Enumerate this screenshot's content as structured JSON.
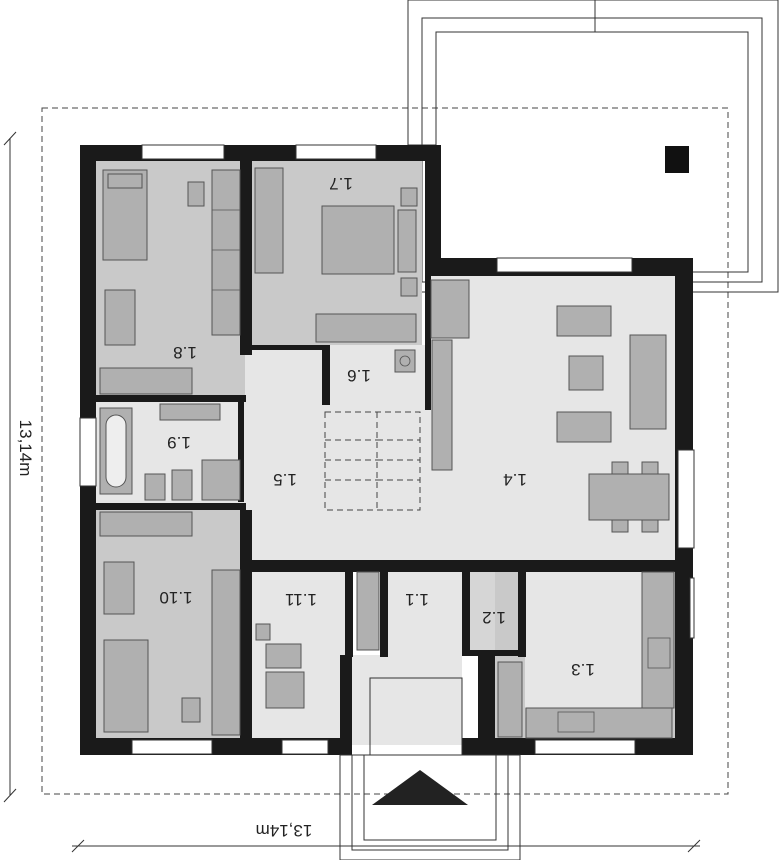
{
  "rooms": [
    {
      "id": "r18",
      "label": "1.8"
    },
    {
      "id": "r17",
      "label": "1.7"
    },
    {
      "id": "r16",
      "label": "1.6"
    },
    {
      "id": "r19",
      "label": "1.9"
    },
    {
      "id": "r15",
      "label": "1.5"
    },
    {
      "id": "r14",
      "label": "1.4"
    },
    {
      "id": "r110",
      "label": "1.10"
    },
    {
      "id": "r111",
      "label": "1.11"
    },
    {
      "id": "r11",
      "label": "1.1"
    },
    {
      "id": "r12",
      "label": "1.2"
    },
    {
      "id": "r13",
      "label": "1.3"
    }
  ],
  "dimensions": {
    "width_label": "13,14m",
    "height_label": "13,14m"
  },
  "colors": {
    "wall": "#1a1a1a",
    "floor_dark": "#c9c9c9",
    "floor_light": "#e6e6e6"
  }
}
